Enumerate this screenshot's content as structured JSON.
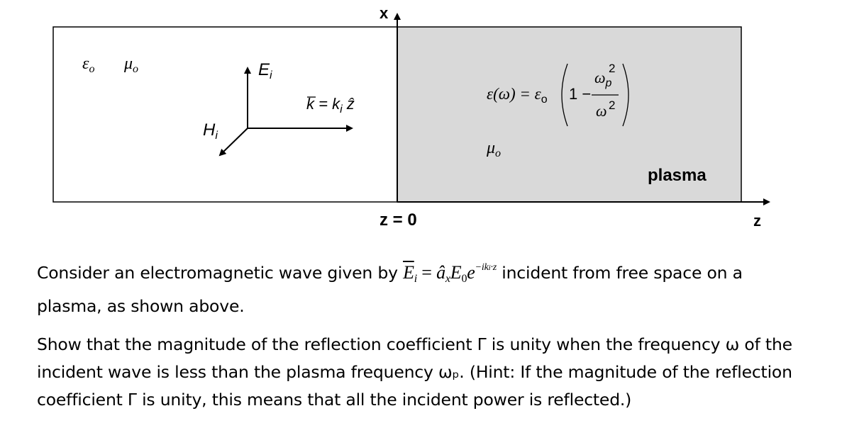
{
  "diagram": {
    "axis_x_label": "x",
    "axis_z_label": "z",
    "interface_label": "z = 0",
    "region_left": {
      "eps": "ε",
      "eps_sub": "o",
      "mu": "μ",
      "mu_sub": "o"
    },
    "region_right": {
      "name": "plasma",
      "mu": "μ",
      "mu_sub": "o"
    },
    "field_E": {
      "sym": "E",
      "sub": "i"
    },
    "field_H": {
      "sym": "H",
      "sub": "i"
    },
    "wave_vector": {
      "lhs": "k",
      "eq": " = k",
      "sub": "i",
      "dir": " ẑ"
    },
    "permittivity": {
      "lhs": "ε(ω) = ε",
      "lhs_sub": "o",
      "one_minus": "1 −",
      "num": "ω",
      "num_sub": "p",
      "num_sup": "2",
      "den": "ω",
      "den_sup": "2"
    },
    "colors": {
      "plasma_fill": "#d9d9d9",
      "stroke": "#000000"
    }
  },
  "text": {
    "p1_before": "Consider an electromagnetic wave given by ",
    "eq_E": "E",
    "eq_E_sub": "i",
    "eq_eq": " = ",
    "eq_a": "â",
    "eq_a_sub": "x",
    "eq_E0": "E",
    "eq_E0_sub": "0",
    "eq_e": "e",
    "eq_exp": "−ik",
    "eq_exp_sub": "i",
    "eq_exp_tail": "·z",
    "p1_after": " incident from free space on a",
    "p1_line2": "plasma, as shown above.",
    "p2": "Show that the magnitude of the reflection coefficient Γ is unity when the frequency ω of the incident wave is less than the plasma frequency ωₚ. (Hint: If the magnitude of the reflection coefficient Γ is unity, this means that all the incident power is reflected.)"
  }
}
